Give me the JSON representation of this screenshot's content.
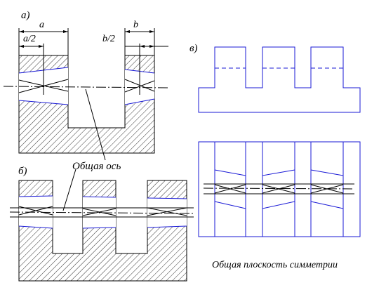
{
  "labels": {
    "part_a": "а)",
    "part_b": "б)",
    "part_v": "в)",
    "dim_a": "a",
    "dim_a_half": "a/2",
    "dim_b": "b",
    "dim_b_half": "b/2",
    "common_axis": "Общая ось",
    "common_plane": "Общая плоскость симметрии"
  },
  "colors": {
    "outline": "#000000",
    "blue_lines": "#1a1ad6",
    "hatch": "#000000",
    "background": "#ffffff"
  }
}
